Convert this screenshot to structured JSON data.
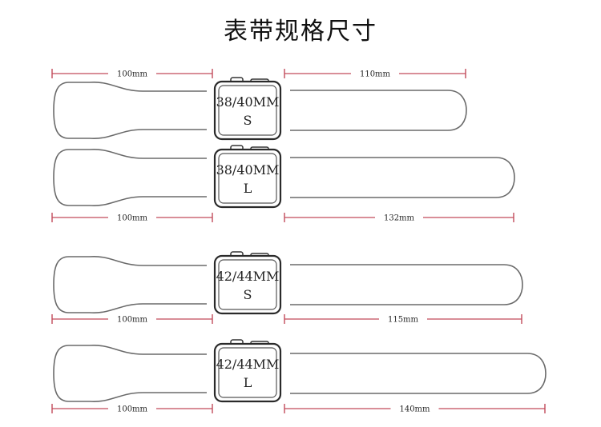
{
  "title": "表带规格尺寸",
  "colors": {
    "strap_stroke": "#6a6a6a",
    "dimension_line": "#c24b5a",
    "text": "#222222"
  },
  "bands": [
    {
      "size": "38/40MM",
      "length_code": "S",
      "left_length": "100mm",
      "right_length": "110mm",
      "label_position": "top"
    },
    {
      "size": "38/40MM",
      "length_code": "L",
      "left_length": "100mm",
      "right_length": "132mm",
      "label_position": "bottom"
    },
    {
      "size": "42/44MM",
      "length_code": "S",
      "left_length": "100mm",
      "right_length": "115mm",
      "label_position": "bottom"
    },
    {
      "size": "42/44MM",
      "length_code": "L",
      "left_length": "100mm",
      "right_length": "140mm",
      "label_position": "bottom"
    }
  ]
}
